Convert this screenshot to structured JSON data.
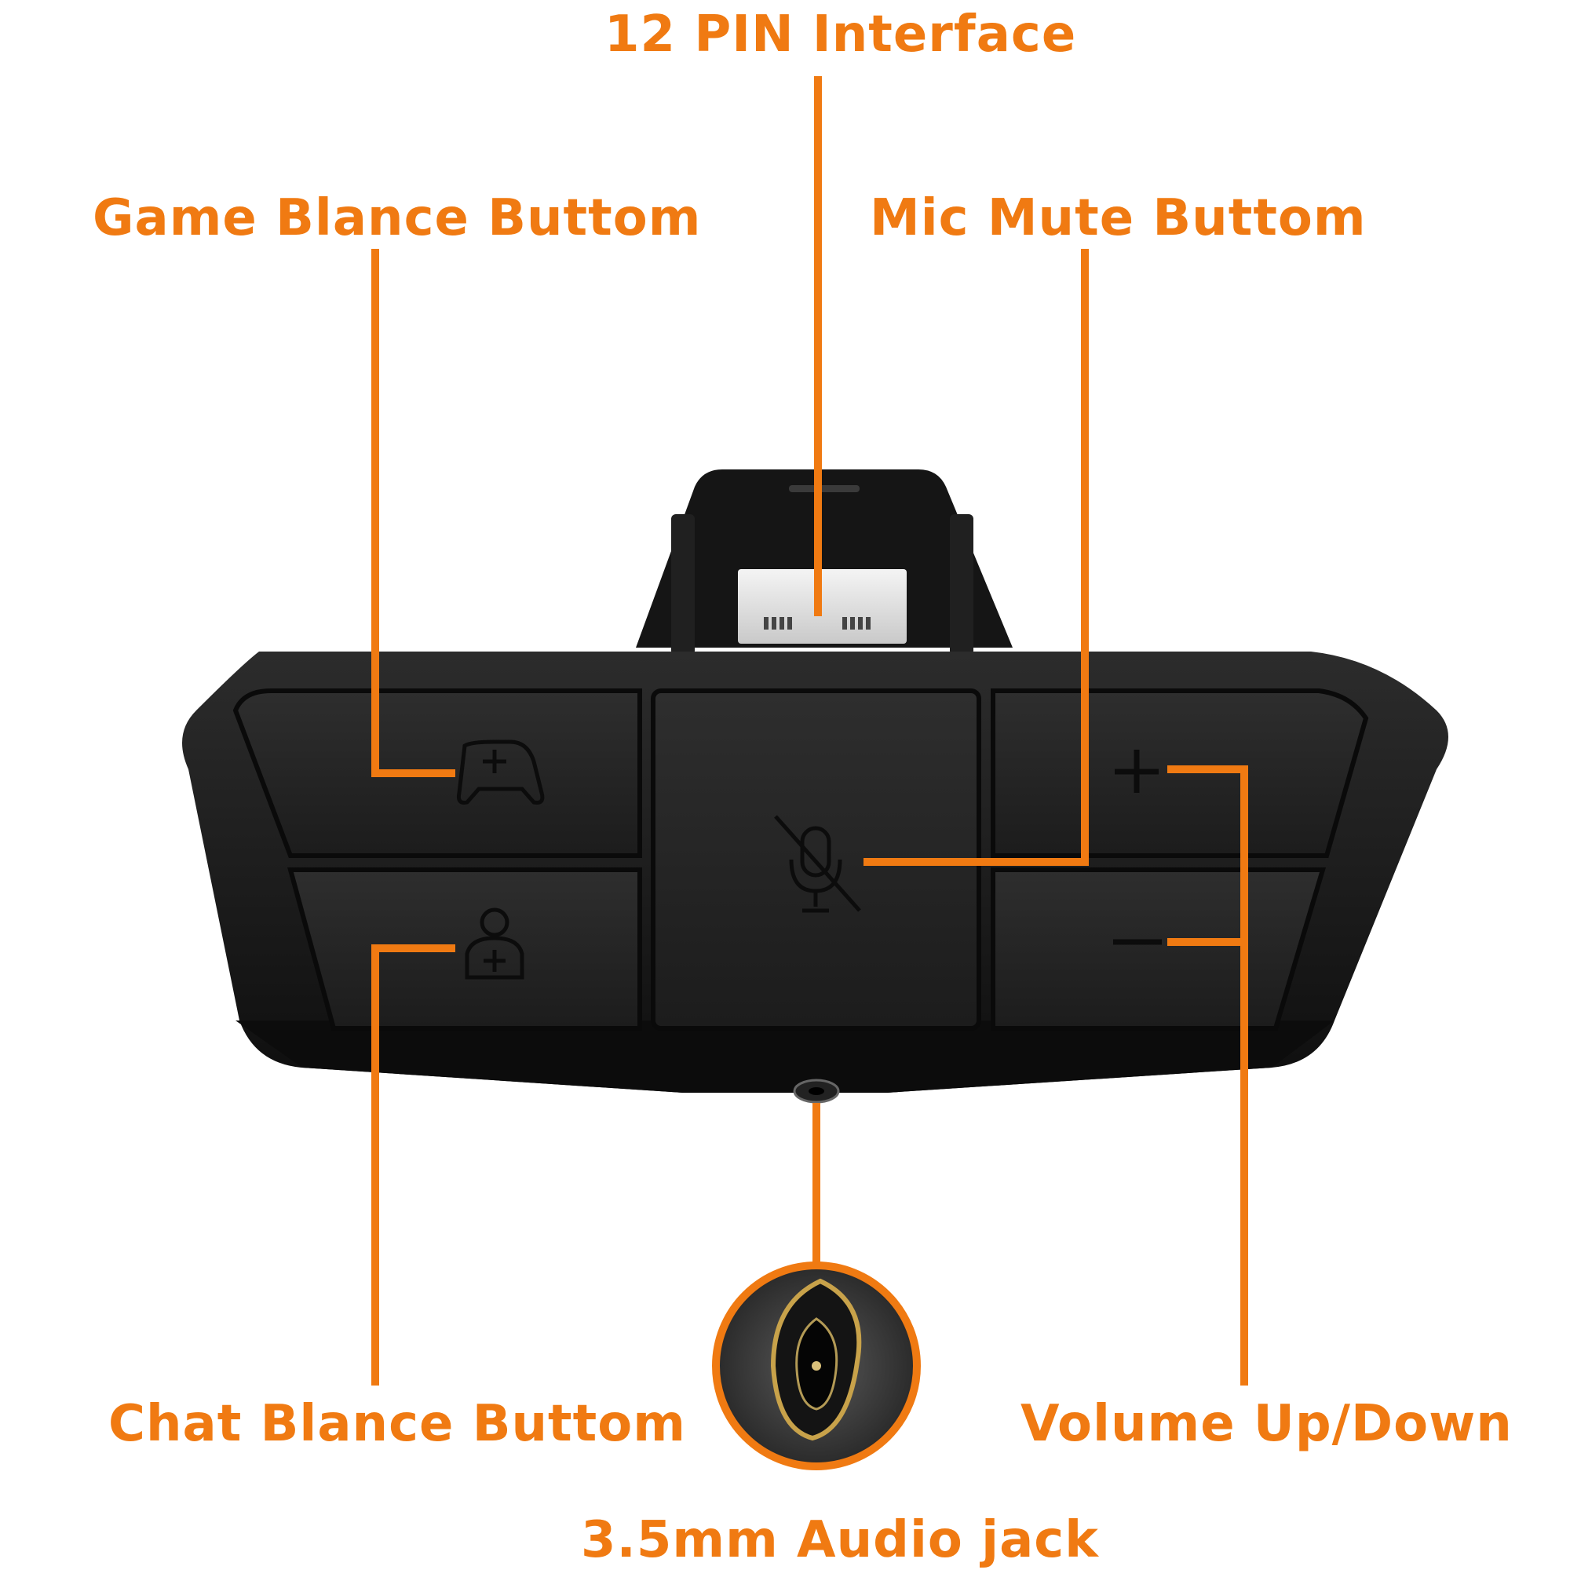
{
  "colors": {
    "accent": "#f07a12",
    "device": "#1a1a1a",
    "background": "#ffffff"
  },
  "labels": {
    "pin_interface": "12 PIN Interface",
    "game_balance": "Game Blance Buttom",
    "mic_mute": "Mic Mute Buttom",
    "chat_balance": "Chat Blance Buttom",
    "volume": "Volume Up/Down",
    "audio_jack": "3.5mm Audio jack"
  },
  "icons": {
    "game_balance": "controller-plus-icon",
    "chat_balance": "headset-person-plus-icon",
    "mic_mute": "mic-muted-icon",
    "volume_up": "plus-icon",
    "volume_down": "minus-icon",
    "audio_jack": "audio-jack-icon"
  }
}
